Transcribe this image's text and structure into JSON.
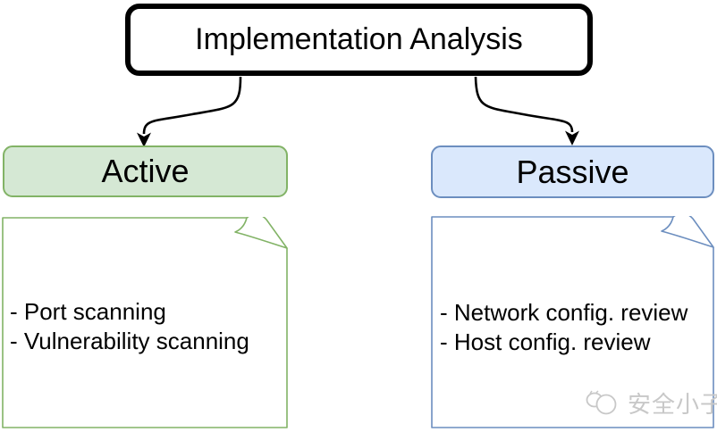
{
  "diagram": {
    "root": {
      "label": "Implementation Analysis"
    },
    "branches": [
      {
        "label": "Active",
        "fill": "#d5e8d4",
        "stroke": "#82b366",
        "note_lines": [
          "- Port scanning",
          "- Vulnerability scanning"
        ]
      },
      {
        "label": "Passive",
        "fill": "#dae8fc",
        "stroke": "#6c8ebf",
        "note_lines": [
          "- Network config. review",
          "- Host config. review"
        ]
      }
    ],
    "connector_color": "#000000"
  },
  "watermark": {
    "logo": "chat-bubbles-icon",
    "text": "安全小子",
    "color": "#c8c8c8"
  }
}
